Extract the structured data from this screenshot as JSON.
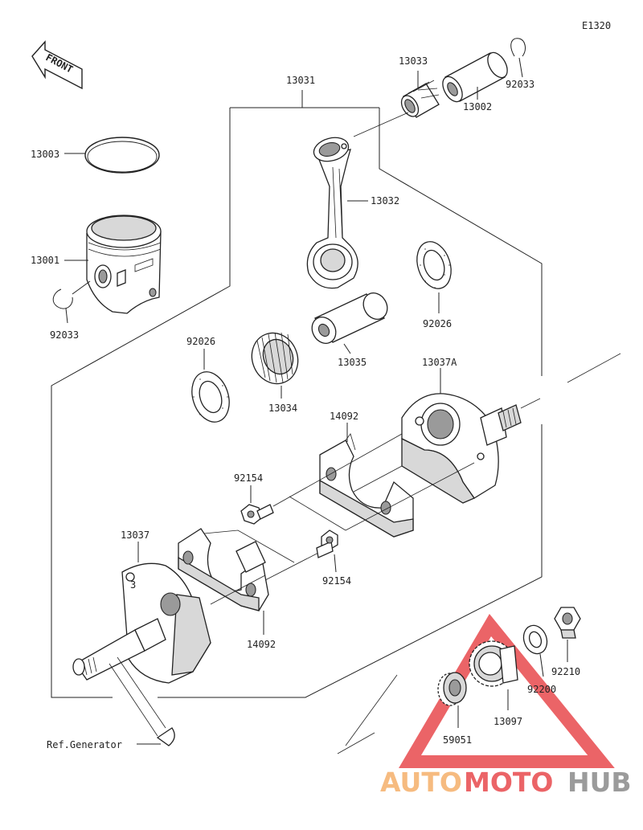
{
  "diagram": {
    "code": "E1320",
    "front_label": "FRONT",
    "ref_generator": "Ref.Generator",
    "parts": {
      "p13031": "13031",
      "p13033": "13033",
      "p92033_top": "92033",
      "p13002": "13002",
      "p13003": "13003",
      "p13032": "13032",
      "p13001": "13001",
      "p92033_left": "92033",
      "p92026_right": "92026",
      "p92026_left": "92026",
      "p13035": "13035",
      "p13034": "13034",
      "p13037A": "13037A",
      "p14092_top": "14092",
      "p92154_top": "92154",
      "p13037": "13037",
      "p92154_bottom": "92154",
      "p14092_bottom": "14092",
      "p92210": "92210",
      "p92200": "92200",
      "p13097": "13097",
      "p59051": "59051"
    }
  },
  "watermark": {
    "text_auto": "AUTO",
    "text_moto": "MOTO",
    "text_hub": "HUB",
    "color_orange": "#f5b06a",
    "color_red": "#e8494d",
    "color_gray": "#8a8a8a"
  }
}
